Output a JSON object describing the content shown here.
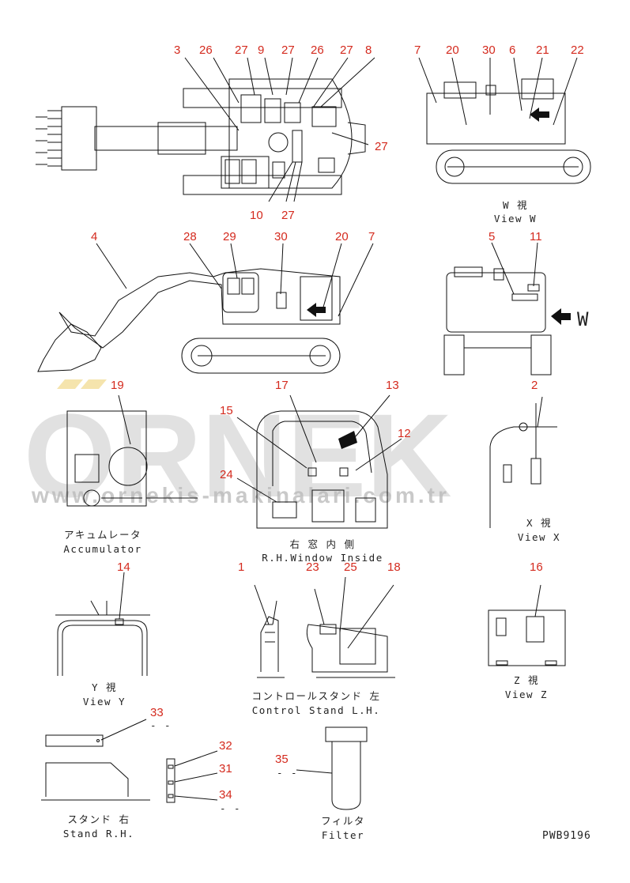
{
  "watermark": {
    "main": "ORNEK",
    "sub": "www.ornekis-makinalari.com.tr"
  },
  "drawing_code": "PWB9196",
  "top_view": {
    "labels": [
      "3",
      "26",
      "27",
      "9",
      "27",
      "26",
      "27",
      "8",
      "27",
      "10",
      "27"
    ]
  },
  "view_w": {
    "labels": [
      "7",
      "20",
      "30",
      "6",
      "21",
      "22"
    ],
    "caption_jp": "W 視",
    "caption_en": "View W"
  },
  "side_view": {
    "labels": [
      "4",
      "28",
      "29",
      "30",
      "20",
      "7"
    ]
  },
  "rear_view": {
    "labels": [
      "5",
      "11"
    ],
    "arrow_label": "W"
  },
  "accumulator": {
    "labels": [
      "19"
    ],
    "caption_jp": "アキュムレータ",
    "caption_en": "Accumulator"
  },
  "window_inside": {
    "labels": [
      "17",
      "13",
      "15",
      "12",
      "24"
    ],
    "caption_jp": "右 窓 内 側",
    "caption_en": "R.H.Window Inside"
  },
  "view_x": {
    "labels": [
      "2"
    ],
    "caption_jp": "X 視",
    "caption_en": "View X"
  },
  "view_y": {
    "labels": [
      "14"
    ],
    "caption_jp": "Y 視",
    "caption_en": "View Y"
  },
  "control_stand": {
    "labels": [
      "1",
      "23",
      "25",
      "18"
    ],
    "caption_jp": "コントロールスタンド 左",
    "caption_en": "Control Stand L.H."
  },
  "view_z": {
    "labels": [
      "16"
    ],
    "caption_jp": "Z 視",
    "caption_en": "View Z"
  },
  "stand_rh": {
    "labels": [
      "33"
    ],
    "caption_jp": "スタンド 右",
    "caption_en": "Stand R.H."
  },
  "plates": {
    "labels": [
      "32",
      "31",
      "34"
    ]
  },
  "filter": {
    "labels": [
      "35"
    ],
    "caption_jp": "フィルタ",
    "caption_en": "Filter"
  }
}
